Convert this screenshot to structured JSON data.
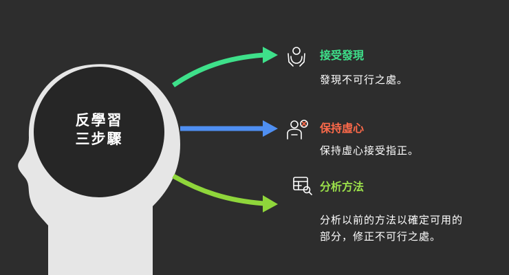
{
  "center": {
    "title_line1": "反學習",
    "title_line2": "三步驟"
  },
  "steps": [
    {
      "title": "接受發現",
      "desc": "發現不可行之處。",
      "icon": "open-hands-person-icon",
      "color": "#3ee08a",
      "arrow_color": "#3ee08a"
    },
    {
      "title": "保持虛心",
      "desc": "保持虛心接受指正。",
      "icon": "rejected-person-icon",
      "color": "#ff6a4a",
      "arrow_color": "#4f8ff2"
    },
    {
      "title": "分析方法",
      "desc_line1": "分析以前的方法以確定可用的",
      "desc_line2": "部分，修正不可行之處。",
      "icon": "table-search-icon",
      "color": "#9be04a",
      "arrow_color": "#8fd63b"
    }
  ],
  "colors": {
    "background": "#2d2d2d",
    "head": "#e6e6e6",
    "head_center": "#262626"
  }
}
